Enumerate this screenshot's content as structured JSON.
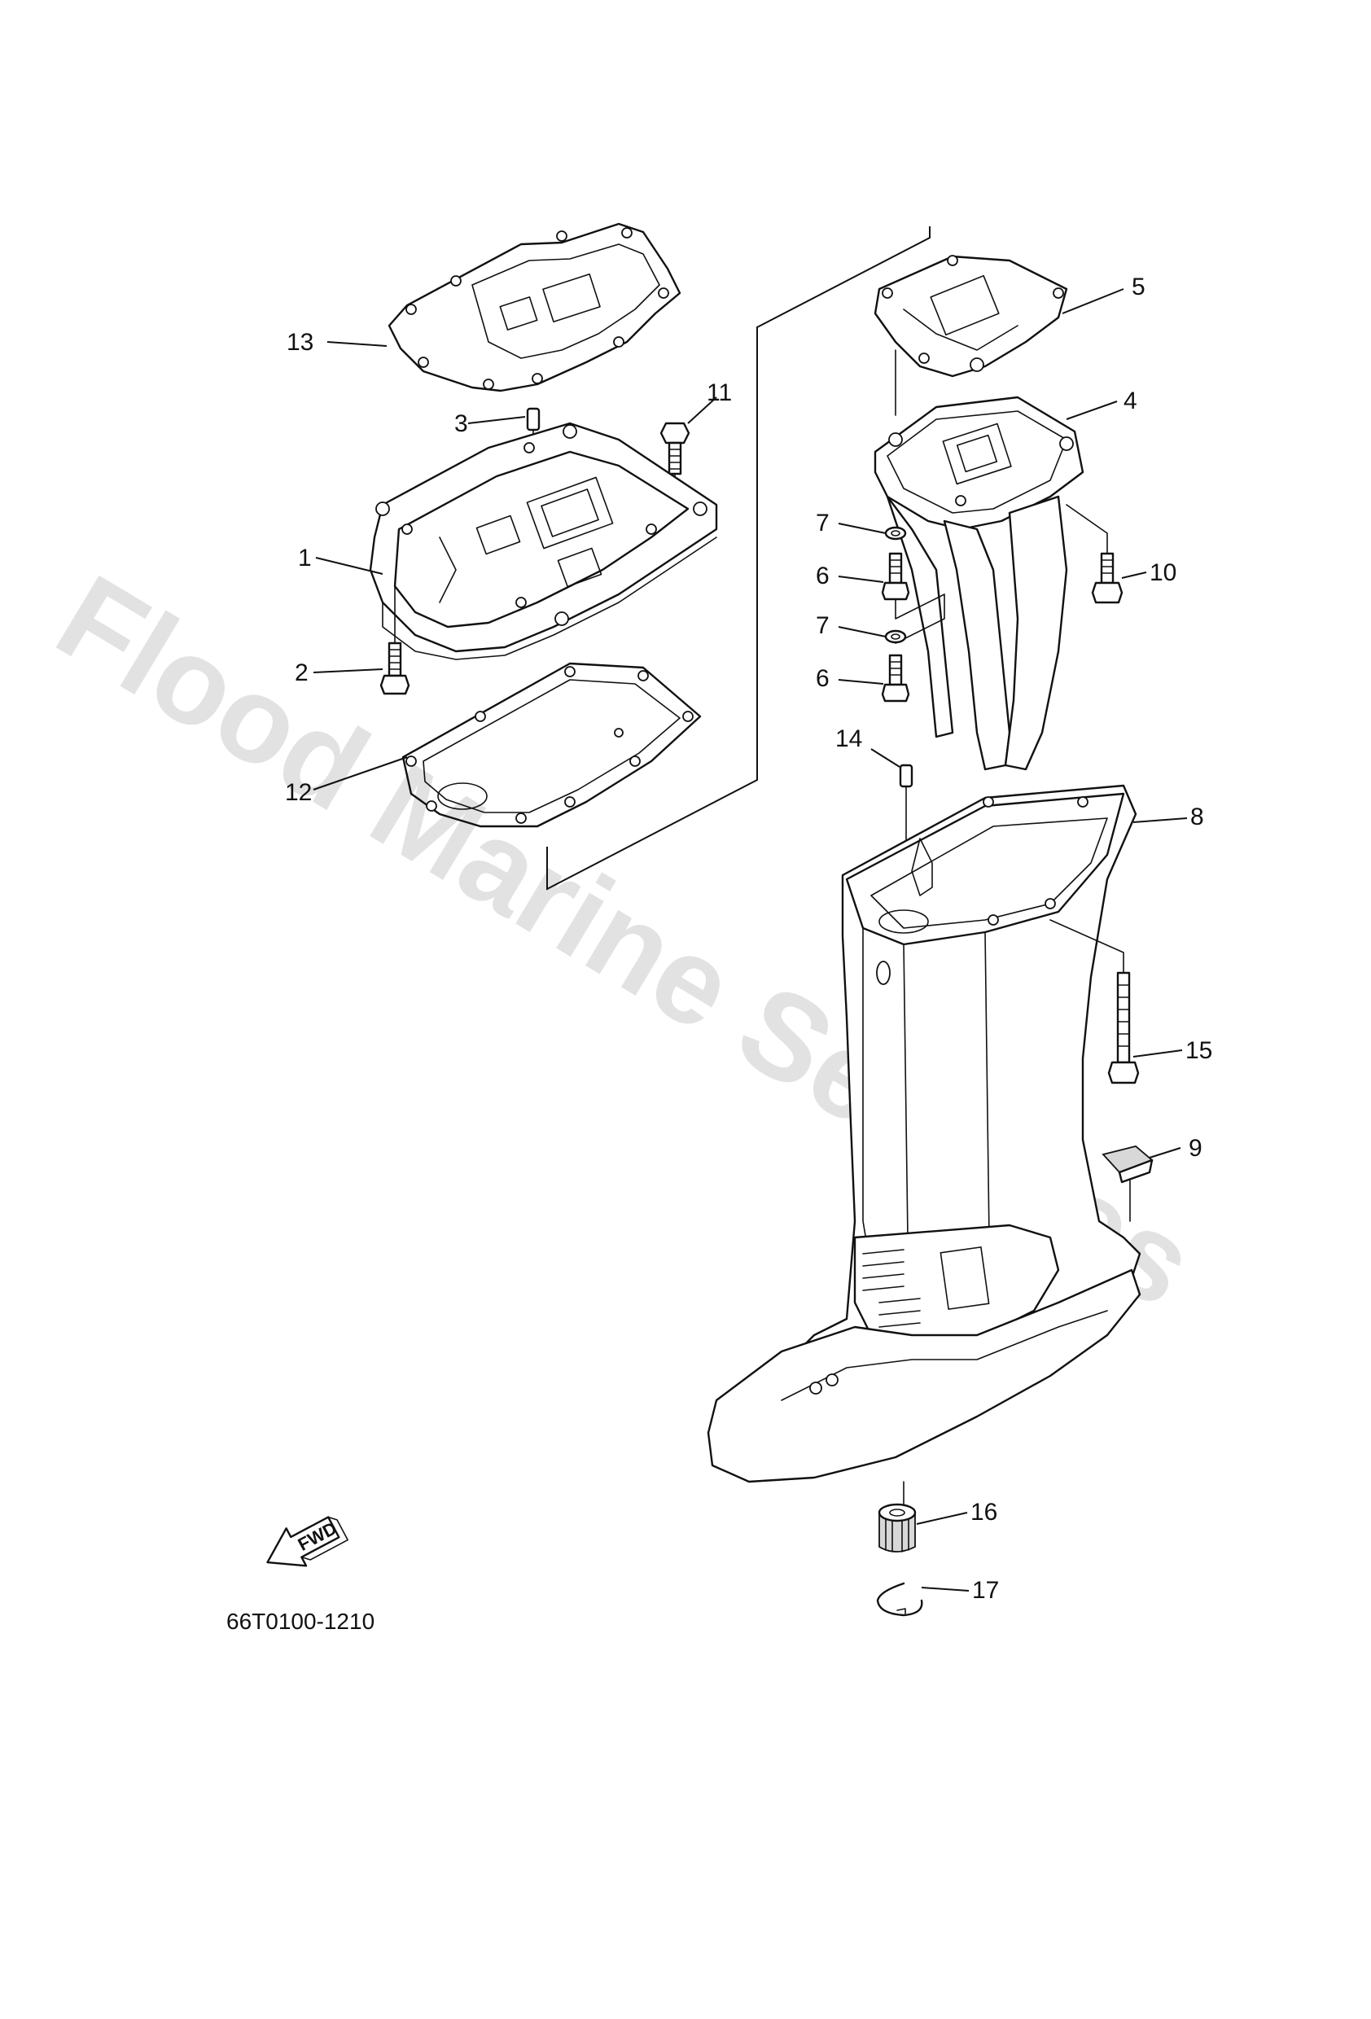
{
  "watermark": "Flood Marine Services",
  "drawing_code": "66T0100-1210",
  "fwd_label": "FWD",
  "callouts": [
    {
      "id": "1",
      "label": "1"
    },
    {
      "id": "2",
      "label": "2"
    },
    {
      "id": "3",
      "label": "3"
    },
    {
      "id": "4",
      "label": "4"
    },
    {
      "id": "5",
      "label": "5"
    },
    {
      "id": "6a",
      "label": "6"
    },
    {
      "id": "6b",
      "label": "6"
    },
    {
      "id": "7a",
      "label": "7"
    },
    {
      "id": "7b",
      "label": "7"
    },
    {
      "id": "8",
      "label": "8"
    },
    {
      "id": "9",
      "label": "9"
    },
    {
      "id": "10",
      "label": "10"
    },
    {
      "id": "11",
      "label": "11"
    },
    {
      "id": "12",
      "label": "12"
    },
    {
      "id": "13",
      "label": "13"
    },
    {
      "id": "14",
      "label": "14"
    },
    {
      "id": "15",
      "label": "15"
    },
    {
      "id": "16",
      "label": "16"
    },
    {
      "id": "17",
      "label": "17"
    }
  ]
}
